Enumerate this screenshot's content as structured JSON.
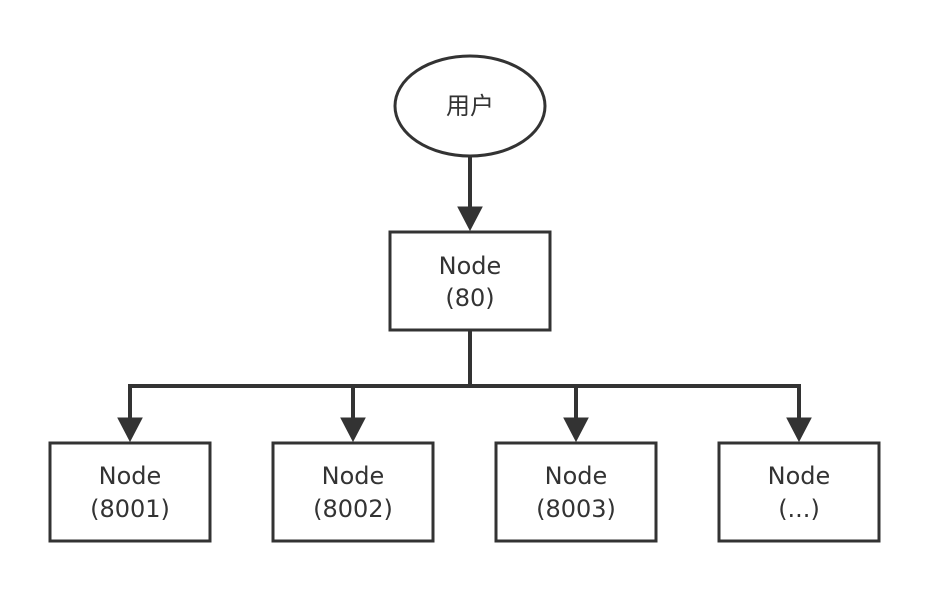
{
  "nodes": {
    "user": {
      "label": "用户"
    },
    "root": {
      "line1": "Node",
      "line2": "(80)"
    },
    "children": [
      {
        "line1": "Node",
        "line2": "(8001)"
      },
      {
        "line1": "Node",
        "line2": "(8002)"
      },
      {
        "line1": "Node",
        "line2": "(8003)"
      },
      {
        "line1": "Node",
        "line2": "(...)"
      }
    ]
  },
  "colors": {
    "stroke": "#333333",
    "fill": "#ffffff"
  }
}
